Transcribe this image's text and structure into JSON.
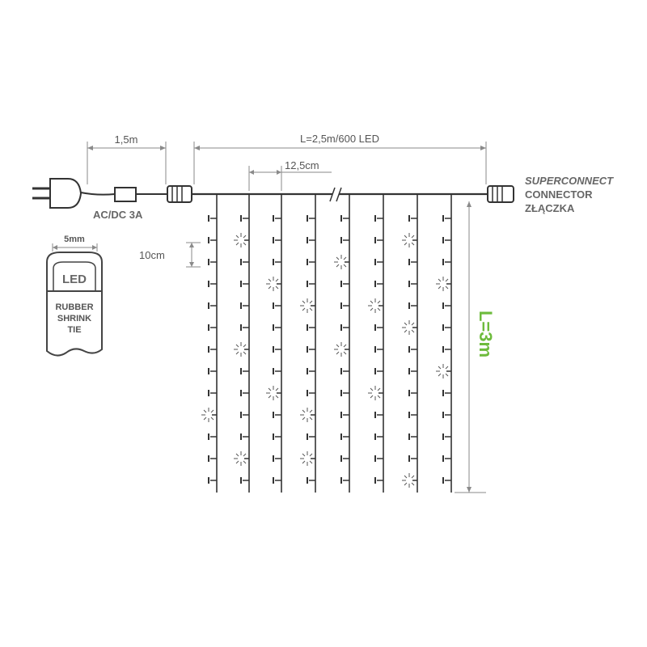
{
  "cable_length_label": "1,5m",
  "curtain_width_label": "L=2,5m/600 LED",
  "strand_spacing_label": "12,5cm",
  "connector_brand_label": "SUPERCONNECT",
  "connector_label": "CONNECTOR",
  "connector_label_pl": "ZŁĄCZKA",
  "power_label": "AC/DC 3A",
  "led_spacing_label": "10cm",
  "led_size_label": "5mm",
  "led_detail_label": "LED",
  "tie_label_lines": [
    "RUBBER",
    "SHRINK",
    "TIE"
  ],
  "curtain_height_label": "L=3m",
  "colors": {
    "wire": "#333333",
    "dimension": "#8a8a8a",
    "text": "#555555",
    "height_accent": "#6dbb3c"
  },
  "icons": [
    "plug-icon",
    "inline-controller-icon",
    "connector-icon",
    "led-bulb-icon",
    "lit-led-icon"
  ]
}
